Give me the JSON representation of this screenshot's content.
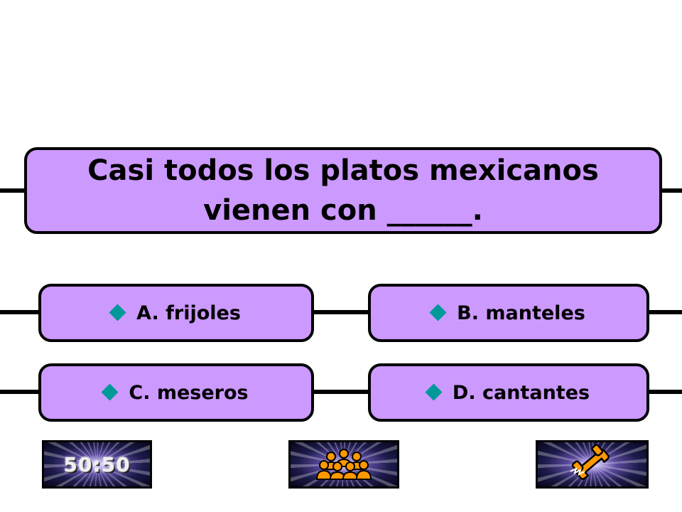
{
  "question": {
    "line1": "Casi todos los platos mexicanos",
    "line2": "vienen con ______."
  },
  "answers": [
    {
      "label": "A. frijoles"
    },
    {
      "label": "B. manteles"
    },
    {
      "label": "C. meseros"
    },
    {
      "label": "D. cantantes"
    }
  ],
  "lifelines": {
    "fifty_fifty": {
      "left": "50",
      "sep": ":",
      "right": "50",
      "icon": "fifty-fifty-icon"
    },
    "ask_audience": {
      "icon": "audience-icon"
    },
    "phone_friend": {
      "icon": "phone-icon"
    }
  },
  "colors": {
    "box_fill": "#cc99ff",
    "diamond": "#009999",
    "icon_orange": "#ff9900"
  }
}
